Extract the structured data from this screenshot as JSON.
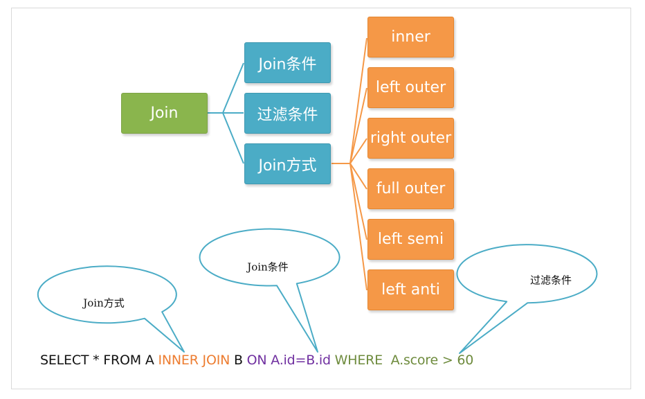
{
  "root": {
    "label": "Join",
    "color": "#8ab54d"
  },
  "middle": [
    {
      "label": "Join条件"
    },
    {
      "label": "过滤条件"
    },
    {
      "label": "Join方式"
    }
  ],
  "middle_color": "#4bacc6",
  "join_types": [
    {
      "label": "inner"
    },
    {
      "label": "left outer"
    },
    {
      "label": "right outer"
    },
    {
      "label": "full outer"
    },
    {
      "label": "left semi"
    },
    {
      "label": "left anti"
    }
  ],
  "join_type_color": "#f59847",
  "callouts": [
    {
      "label": "Join条件"
    },
    {
      "label": "Join方式"
    },
    {
      "label": "过滤条件"
    }
  ],
  "sql": {
    "part1": "SELECT * FROM A ",
    "inner_join": "INNER JOIN",
    "part2": " B ",
    "on_clause": "ON A.id=B.id",
    "part3": " ",
    "where_clause": "WHERE  A.score > 60",
    "colors": {
      "default": "#111111",
      "join": "#ed7d31",
      "on": "#7030a0",
      "where": "#6e8b3d"
    }
  },
  "connector_colors": {
    "root_to_middle": "#4bacc6",
    "middle_to_types": "#f59847"
  }
}
